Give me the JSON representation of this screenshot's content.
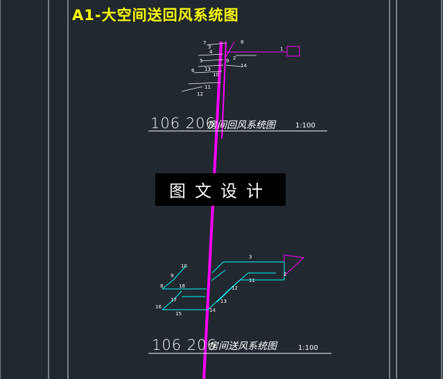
{
  "drawing_title": "A1-大空间送回风系统图",
  "watermark": "图文设计",
  "return_system": {
    "number": "106 206",
    "name": "房间回风系统图",
    "scale": "1:100",
    "node_labels": [
      "1",
      "2",
      "3",
      "4",
      "5",
      "6",
      "7",
      "8",
      "9",
      "10",
      "11",
      "12",
      "13",
      "14"
    ]
  },
  "supply_system": {
    "number": "106 206",
    "name": "房间送风系统图",
    "scale": "1:100",
    "node_labels": [
      "2",
      "3",
      "8",
      "9",
      "10",
      "11",
      "12",
      "13",
      "14",
      "15",
      "16",
      "17",
      "18"
    ]
  },
  "colors": {
    "background": "#212830",
    "border": "#d8d8d8",
    "main_riser": "#ff00ff",
    "return_duct": "#ff00ff",
    "supply_duct": "#00ffff",
    "title": "#ffff00"
  }
}
